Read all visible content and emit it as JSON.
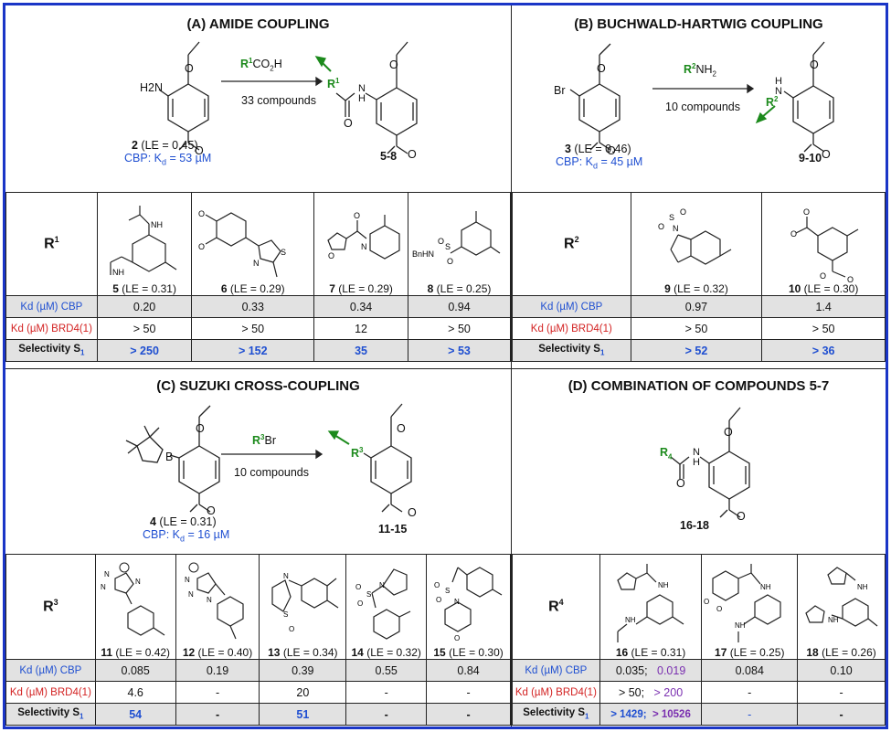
{
  "panel_a": {
    "title": "(A) AMIDE COUPLING",
    "reagent_prefix": "R",
    "reagent_sup": "1",
    "reagent_suffix": "CO",
    "reagent_sub": "2",
    "reagent_end": "H",
    "arrow_label": "33 compounds",
    "start_id": "2",
    "start_le": " (LE = 0.45)",
    "start_kd": "CBP: K",
    "start_kd_sub": "d",
    "start_kd_val": " = 53 µM",
    "product_id": "5-8",
    "atom_h2n": "H2N",
    "atom_r": "R",
    "atom_r_sup": "1",
    "atom_nh": "N\nH"
  },
  "panel_b": {
    "title": "(B) BUCHWALD-HARTWIG COUPLING",
    "reagent_prefix": "R",
    "reagent_sup": "2",
    "reagent_suffix": "NH",
    "reagent_sub": "2",
    "arrow_label": "10 compounds",
    "start_id": "3",
    "start_le": " (LE = 0.46)",
    "start_kd": "CBP: K",
    "start_kd_sub": "d",
    "start_kd_val": " = 45 µM",
    "product_id": "9-10",
    "atom_br": "Br",
    "atom_r": "R",
    "atom_r_sup": "2",
    "atom_nh": "H N"
  },
  "panel_c": {
    "title": "(C) SUZUKI CROSS-COUPLING",
    "reagent_prefix": "R",
    "reagent_sup": "3",
    "reagent_suffix": "Br",
    "arrow_label": "10 compounds",
    "start_id": "4",
    "start_le": " (LE = 0.31)",
    "start_kd": "CBP: K",
    "start_kd_sub": "d",
    "start_kd_val": " = 16 µM",
    "product_id": "11-15",
    "atom_b": "B",
    "atom_r": "R",
    "atom_r_sup": "3"
  },
  "panel_d": {
    "title": "(D) COMBINATION OF COMPOUNDS 5-7",
    "product_id": "16-18",
    "atom_r": "R",
    "atom_r_sub": "4",
    "atom_nh": "N\nH"
  },
  "table_a": {
    "header": "R",
    "header_sup": "1",
    "compounds": [
      {
        "id": "5",
        "le": " (LE = 0.31)"
      },
      {
        "id": "6",
        "le": " (LE = 0.29)"
      },
      {
        "id": "7",
        "le": " (LE = 0.29)"
      },
      {
        "id": "8",
        "le": " (LE = 0.25)"
      }
    ],
    "row_cbp": "Kd (µM) CBP",
    "row_brd4": "Kd (µM) BRD4(1)",
    "row_sel": "Selectivity S",
    "row_sel_sub": "1",
    "cbp": [
      "0.20",
      "0.33",
      "0.34",
      "0.94"
    ],
    "brd4": [
      "> 50",
      "> 50",
      "12",
      "> 50"
    ],
    "sel": [
      "> 250",
      "> 152",
      "35",
      "> 53"
    ],
    "struct_label_8": "BnHN"
  },
  "table_b": {
    "header": "R",
    "header_sup": "2",
    "compounds": [
      {
        "id": "9",
        "le": " (LE = 0.32)"
      },
      {
        "id": "10",
        "le": " (LE = 0.30)"
      }
    ],
    "row_cbp": "Kd (µM) CBP",
    "row_brd4": "Kd (µM) BRD4(1)",
    "row_sel": "Selectivity S",
    "row_sel_sub": "1",
    "cbp": [
      "0.97",
      "1.4"
    ],
    "brd4": [
      "> 50",
      "> 50"
    ],
    "sel": [
      "> 52",
      "> 36"
    ]
  },
  "table_c": {
    "header": "R",
    "header_sup": "3",
    "compounds": [
      {
        "id": "11",
        "le": " (LE = 0.42)"
      },
      {
        "id": "12",
        "le": " (LE = 0.40)"
      },
      {
        "id": "13",
        "le": " (LE = 0.34)"
      },
      {
        "id": "14",
        "le": " (LE = 0.32)"
      },
      {
        "id": "15",
        "le": " (LE = 0.30)"
      }
    ],
    "row_cbp": "Kd (µM) CBP",
    "row_brd4": "Kd (µM) BRD4(1)",
    "row_sel": "Selectivity S",
    "row_sel_sub": "1",
    "cbp": [
      "0.085",
      "0.19",
      "0.39",
      "0.55",
      "0.84"
    ],
    "brd4": [
      "4.6",
      "-",
      "20",
      "-",
      "-"
    ],
    "sel": [
      "54",
      "-",
      "51",
      "-",
      "-"
    ]
  },
  "table_d": {
    "header": "R",
    "header_sup": "4",
    "compounds": [
      {
        "id": "16",
        "le": " (LE = 0.31)"
      },
      {
        "id": "17",
        "le": " (LE = 0.25)"
      },
      {
        "id": "18",
        "le": " (LE = 0.26)"
      }
    ],
    "row_cbp": "Kd (µM) CBP",
    "row_brd4": "Kd (µM) BRD4(1)",
    "row_sel": "Selectivity S",
    "row_sel_sub": "1",
    "cbp_16a": "0.035;",
    "cbp_16b": "0.019",
    "cbp": [
      "0.084",
      "0.10"
    ],
    "brd4_16a": "> 50;",
    "brd4_16b": "> 200",
    "brd4": [
      "-",
      "-"
    ],
    "sel_16a": "> 1429;",
    "sel_16b": "> 10526",
    "sel": [
      "-",
      "-"
    ]
  },
  "colors": {
    "frame": "#1a35c7",
    "blue": "#1f4fd1",
    "red": "#d32222",
    "green": "#1c8a1c",
    "purple": "#7a2fb0",
    "grey_row": "#e2e2e2"
  }
}
